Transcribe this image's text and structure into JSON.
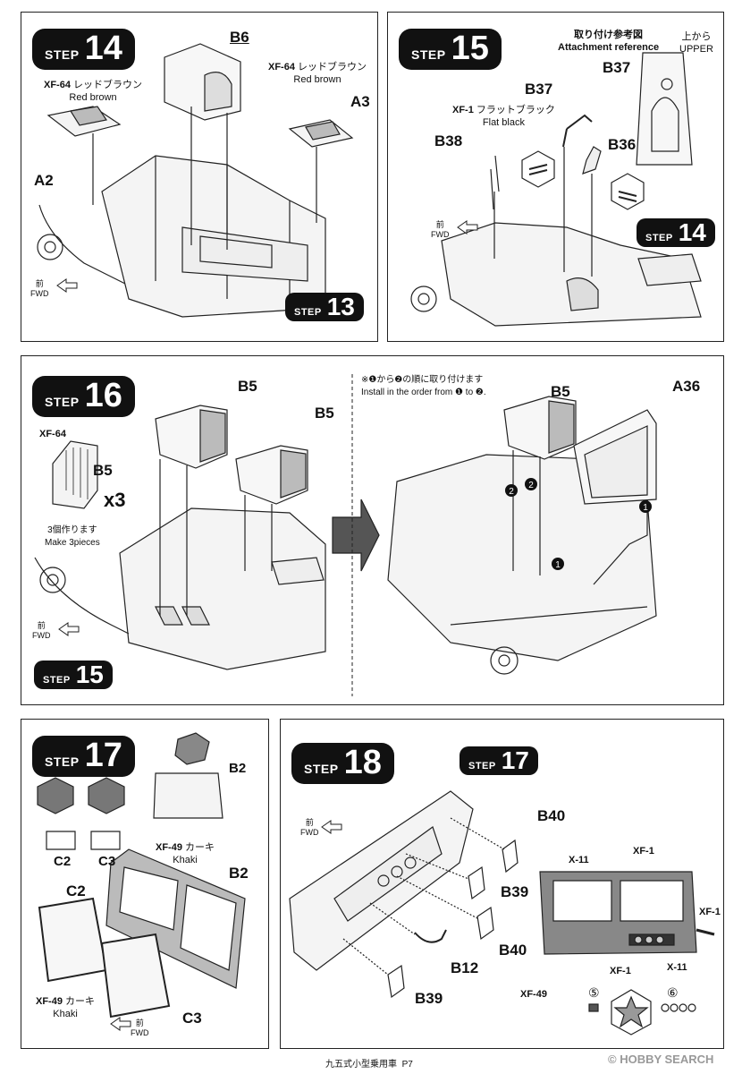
{
  "steps": {
    "s14": {
      "word": "STEP",
      "number": "14",
      "parts": {
        "b6": "B6",
        "a3": "A3",
        "a2": "A2"
      },
      "color_left": {
        "code": "XF-64",
        "jp": "レッドブラウン",
        "en": "Red brown"
      },
      "color_right": {
        "code": "XF-64",
        "jp": "レッドブラウン",
        "en": "Red brown"
      },
      "fwd_jp": "前",
      "fwd_en": "FWD",
      "ref_step": {
        "word": "STEP",
        "number": "13"
      }
    },
    "s15": {
      "word": "STEP",
      "number": "15",
      "parts": {
        "b37": "B37",
        "b38": "B38",
        "b36": "B36",
        "b37_ref": "B37"
      },
      "attach_jp": "取り付け参考図",
      "attach_en": "Attachment reference",
      "upper_jp": "上から",
      "upper_en": "UPPER",
      "color": {
        "code": "XF-1",
        "jp": "フラットブラック",
        "en": "Flat black"
      },
      "fwd_jp": "前",
      "fwd_en": "FWD",
      "ref_step": {
        "word": "STEP",
        "number": "14"
      }
    },
    "s16": {
      "word": "STEP",
      "number": "16",
      "seat_color": "XF-64",
      "part_b5_a": "B5",
      "part_b5_b": "B5",
      "part_b5_c": "B5",
      "part_b5_d": "B5",
      "part_a36": "A36",
      "qty": "x3",
      "make_jp": "3個作ります",
      "make_en": "Make 3pieces",
      "order_jp": "※❶から❷の順に取り付けます",
      "order_en": "Install in the order from ❶ to ❷.",
      "fwd_jp": "前",
      "fwd_en": "FWD",
      "ref_step": {
        "word": "STEP",
        "number": "15"
      }
    },
    "s17": {
      "word": "STEP",
      "number": "17",
      "parts": {
        "b2a": "B2",
        "b2b": "B2",
        "c2a": "C2",
        "c3a": "C3",
        "c2b": "C2",
        "c3b": "C3"
      },
      "color_a": {
        "code": "XF-49",
        "jp": "カーキ",
        "en": "Khaki"
      },
      "color_b": {
        "code": "XF-49",
        "jp": "カーキ",
        "en": "Khaki"
      },
      "fwd_jp": "前",
      "fwd_en": "FWD"
    },
    "s18": {
      "word": "STEP",
      "number": "18",
      "parts": {
        "b40a": "B40",
        "b39a": "B39",
        "b40b": "B40",
        "b12": "B12",
        "b39b": "B39"
      },
      "paint": {
        "x11a": "X-11",
        "xf1a": "XF-1",
        "xf1b": "XF-1",
        "xf1c": "XF-1",
        "x11b": "X-11",
        "xf49": "XF-49"
      },
      "decal_a": "⑤",
      "decal_b": "⑥",
      "fwd_jp": "前",
      "fwd_en": "FWD",
      "ref_step": {
        "word": "STEP",
        "number": "17"
      }
    }
  },
  "footer": {
    "title": "九五式小型乗用車",
    "page": "P7"
  },
  "watermark": "© HOBBY SEARCH"
}
